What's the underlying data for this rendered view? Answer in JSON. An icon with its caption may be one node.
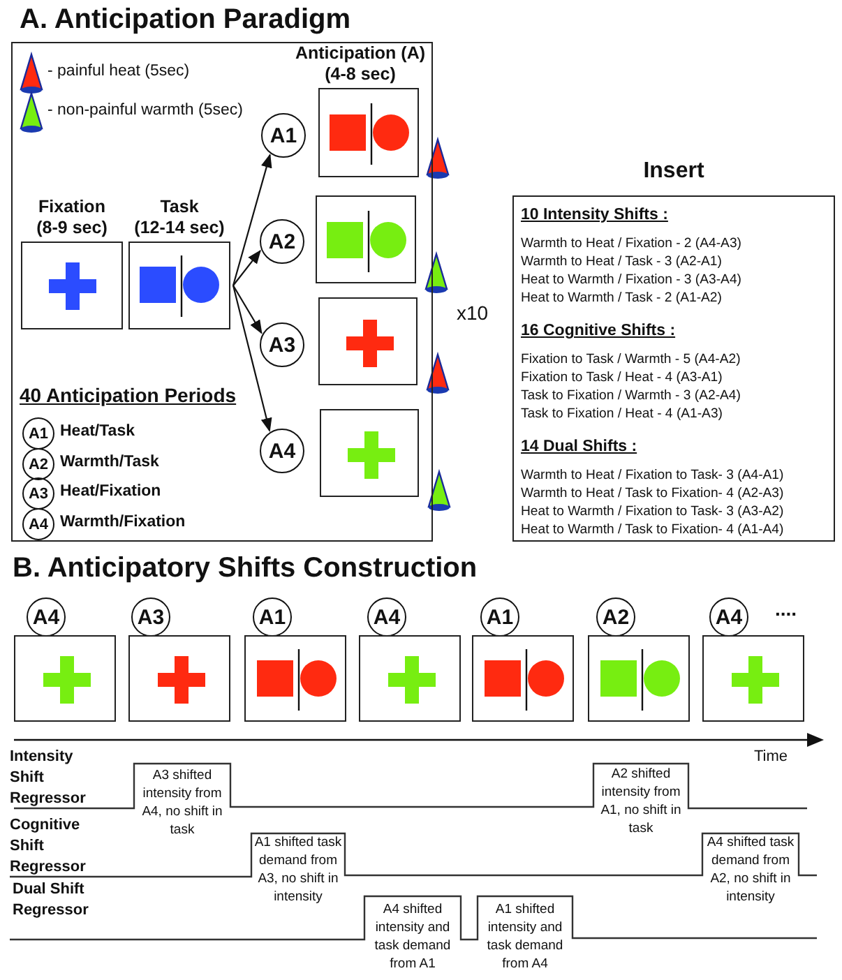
{
  "diagram": {
    "nodes": [
      {
        "text": [
          "A. Anticipation Paradigm"
        ]
      },
      {
        "text": [
          "Fixation (8-9 sec)"
        ],
        "in": 0
      },
      {
        "text": [
          "Task (12-14 sec)"
        ],
        "in": 0
      },
      {
        "text": [
          "A1"
        ],
        "in": 0
      },
      {
        "text": [
          "A2"
        ],
        "in": 0
      },
      {
        "text": [
          "A3"
        ],
        "in": 0
      },
      {
        "text": [
          "A4"
        ],
        "in": 0
      },
      {
        "text": [],
        "shape": "box",
        "in": 0
      },
      {
        "text": [],
        "shape": "box",
        "in": 0
      },
      {
        "text": [],
        "shape": "box",
        "in": 0
      },
      {
        "text": [],
        "shape": "box",
        "in": 0
      },
      {
        "text": [
          "A1"
        ],
        "beside": [
          "Heat/Task"
        ],
        "in": 0
      },
      {
        "text": [
          "A2"
        ],
        "beside": [
          "Warmth/Task"
        ],
        "in": 0
      },
      {
        "text": [
          "A3"
        ],
        "beside": [
          "Heat/Fixation"
        ],
        "in": 0
      },
      {
        "text": [
          "A4"
        ],
        "beside": [
          "Warmth/Fixation"
        ],
        "in": 0
      },
      {
        "text": [
          "Insert",
          "10 Intensity Shifts :",
          "Warmth to Heat / Fixation - 2 (A4-A3)",
          "Warmth to Heat / Task - 3 (A2-A1)",
          "Heat to Warmth / Fixation - 3 (A3-A4)",
          "Heat to Warmth / Task - 2 (A1-A2)",
          "16 Cognitive Shifts :",
          "Fixation to Task / Warmth - 5 (A4-A2)",
          "Fixation to Task / Heat - 4 (A3-A1)",
          "Task to Fixation / Warmth - 3 (A2-A4)",
          "Task to Fixation / Heat - 4 (A1-A3)",
          "14 Dual Shifts :",
          "Warmth to Heat / Fixation to Task- 3 (A4-A1)",
          "Warmth to Heat / Task to Fixation- 4 (A2-A3)",
          "Heat to Warmth / Fixation to Task- 3 (A3-A2)",
          "Heat to Warmth / Task to Fixation- 4 (A1-A4)"
        ]
      },
      {
        "text": [
          "A4"
        ]
      },
      {
        "text": [
          "A3"
        ]
      },
      {
        "text": [
          "A1"
        ]
      },
      {
        "text": [
          "A4"
        ]
      },
      {
        "text": [
          "A1"
        ]
      },
      {
        "text": [
          "A2"
        ]
      },
      {
        "text": [
          "A4"
        ]
      },
      {
        "text": [],
        "shape": "box"
      },
      {
        "text": [],
        "shape": "box"
      },
      {
        "text": [],
        "shape": "box"
      },
      {
        "text": [],
        "shape": "box"
      },
      {
        "text": [],
        "shape": "box"
      },
      {
        "text": [],
        "shape": "box"
      },
      {
        "text": [],
        "shape": "box"
      }
    ],
    "edges": [
      {
        "from": 2,
        "to": 3,
        "arrow": "to"
      },
      {
        "from": 2,
        "to": 4,
        "arrow": "to"
      },
      {
        "from": 2,
        "to": 5,
        "arrow": "to"
      },
      {
        "from": 2,
        "to": 6,
        "arrow": "to"
      }
    ],
    "labels": [
      "Anticipation (A) (4-8 sec)",
      "x10",
      "40 Anticipation Periods",
      "B. Anticipatory Shifts Construction",
      "....",
      "Time",
      "Intensity Shift Regressor",
      "Cognitive Shift Regressor",
      "Dual Shift Regressor",
      "A3 shifted intensity from A4, no shift in task",
      "A2 shifted intensity from A1, no shift in task",
      "A1 shifted task demand from A3, no shift in intensity",
      "A4 shifted task demand from A2, no shift in intensity",
      "A4 shifted intensity and task demand from A1",
      "A1 shifted intensity and task demand from A4"
    ],
    "legend": [
      {
        "text": "- painful heat (5sec)",
        "color": "#ff2a10"
      },
      {
        "text": "- non-painful warmth (5sec)",
        "color": "#77ee11"
      }
    ]
  }
}
